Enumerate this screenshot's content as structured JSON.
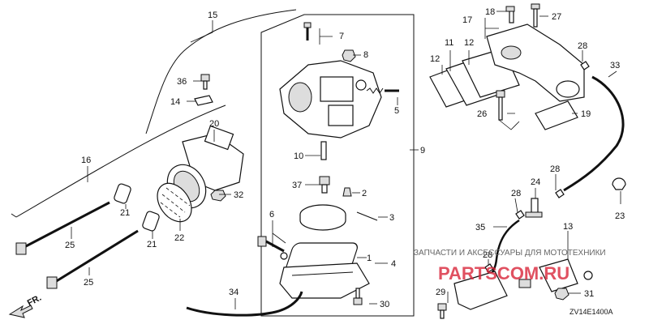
{
  "labels": {
    "p1": "1",
    "p2": "2",
    "p3": "3",
    "p4": "4",
    "p5": "5",
    "p6": "6",
    "p7": "7",
    "p8": "8",
    "p9": "9",
    "p10": "10",
    "p11": "11",
    "p12a": "12",
    "p12b": "12",
    "p13": "13",
    "p14": "14",
    "p15": "15",
    "p16": "16",
    "p17": "17",
    "p18": "18",
    "p19": "19",
    "p20": "20",
    "p21a": "21",
    "p21b": "21",
    "p22": "22",
    "p23": "23",
    "p24": "24",
    "p25a": "25",
    "p25b": "25",
    "p26": "26",
    "p27": "27",
    "p28a": "28",
    "p28b": "28",
    "p28c": "28",
    "p28d": "28",
    "p29": "29",
    "p30": "30",
    "p31": "31",
    "p32": "32",
    "p33": "33",
    "p34": "34",
    "p35": "35",
    "p36": "36",
    "p37": "37"
  },
  "direction_label": "FR.",
  "diagram_code": "ZV14E1400A",
  "watermark_text": "ЗАПЧАСТИ И АКСЕССУАРЫ ДЛЯ МОТОТЕХНИКИ",
  "watermark_logo": "PARTSCOM.RU"
}
